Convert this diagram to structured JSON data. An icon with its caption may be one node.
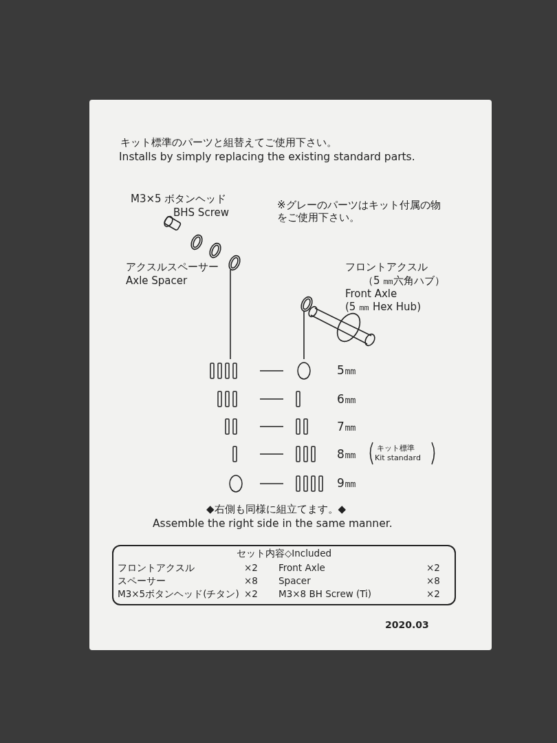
{
  "diagram": {
    "nodes": [
      {
        "text": [
          "セット内容◇Included",
          "フロントアクスル",
          "×2",
          "Front Axle",
          "×2",
          "スペーサー",
          "×8",
          "Spacer",
          "×8",
          "M3×5ボタンヘッド(チタン)",
          "×2",
          "M3×8 BH Screw (Ti)",
          "×2"
        ]
      }
    ],
    "labels": [
      "キット標準のパーツと組替えてご使用下さい。",
      "Installs by simply replacing the existing standard parts.",
      "M3×5 ボタンヘッド",
      "BHS Screw",
      "※グレーのパーツはキット付属の物をご使用下さい。",
      "アクスルスペーサー",
      "Axle Spacer",
      "フロントアクスル",
      "（5 ㎜六角ハブ）",
      "Front Axle",
      "(5 ㎜ Hex Hub)",
      "5㎜",
      "6㎜",
      "7㎜",
      "8㎜",
      "キット標準",
      "Kit standard",
      "9㎜",
      "◆右側も同様に組立てます。◆",
      "Assemble the right side in the same manner.",
      "2020.03"
    ]
  }
}
